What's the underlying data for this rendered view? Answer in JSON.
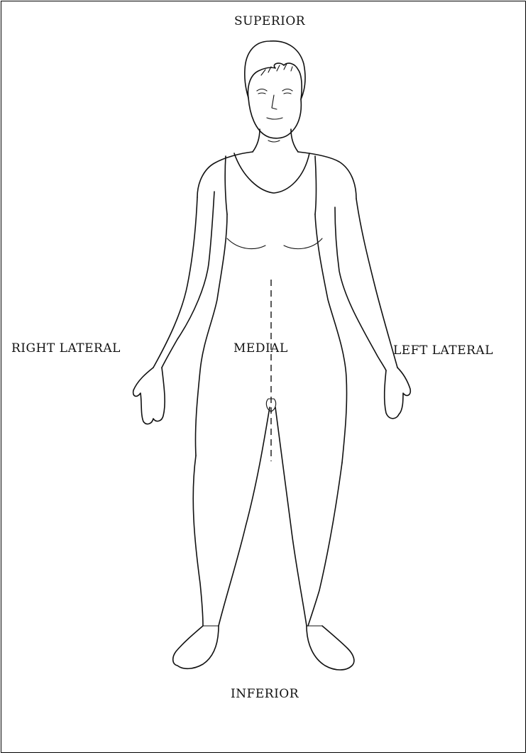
{
  "labels": {
    "superior": "SUPERIOR",
    "right_lateral": "RIGHT LATERAL",
    "medial": "MEDIAL",
    "left_lateral": "LEFT LATERAL",
    "inferior": "INFERIOR"
  },
  "colors": {
    "line": "#111111",
    "background": "#ffffff"
  }
}
